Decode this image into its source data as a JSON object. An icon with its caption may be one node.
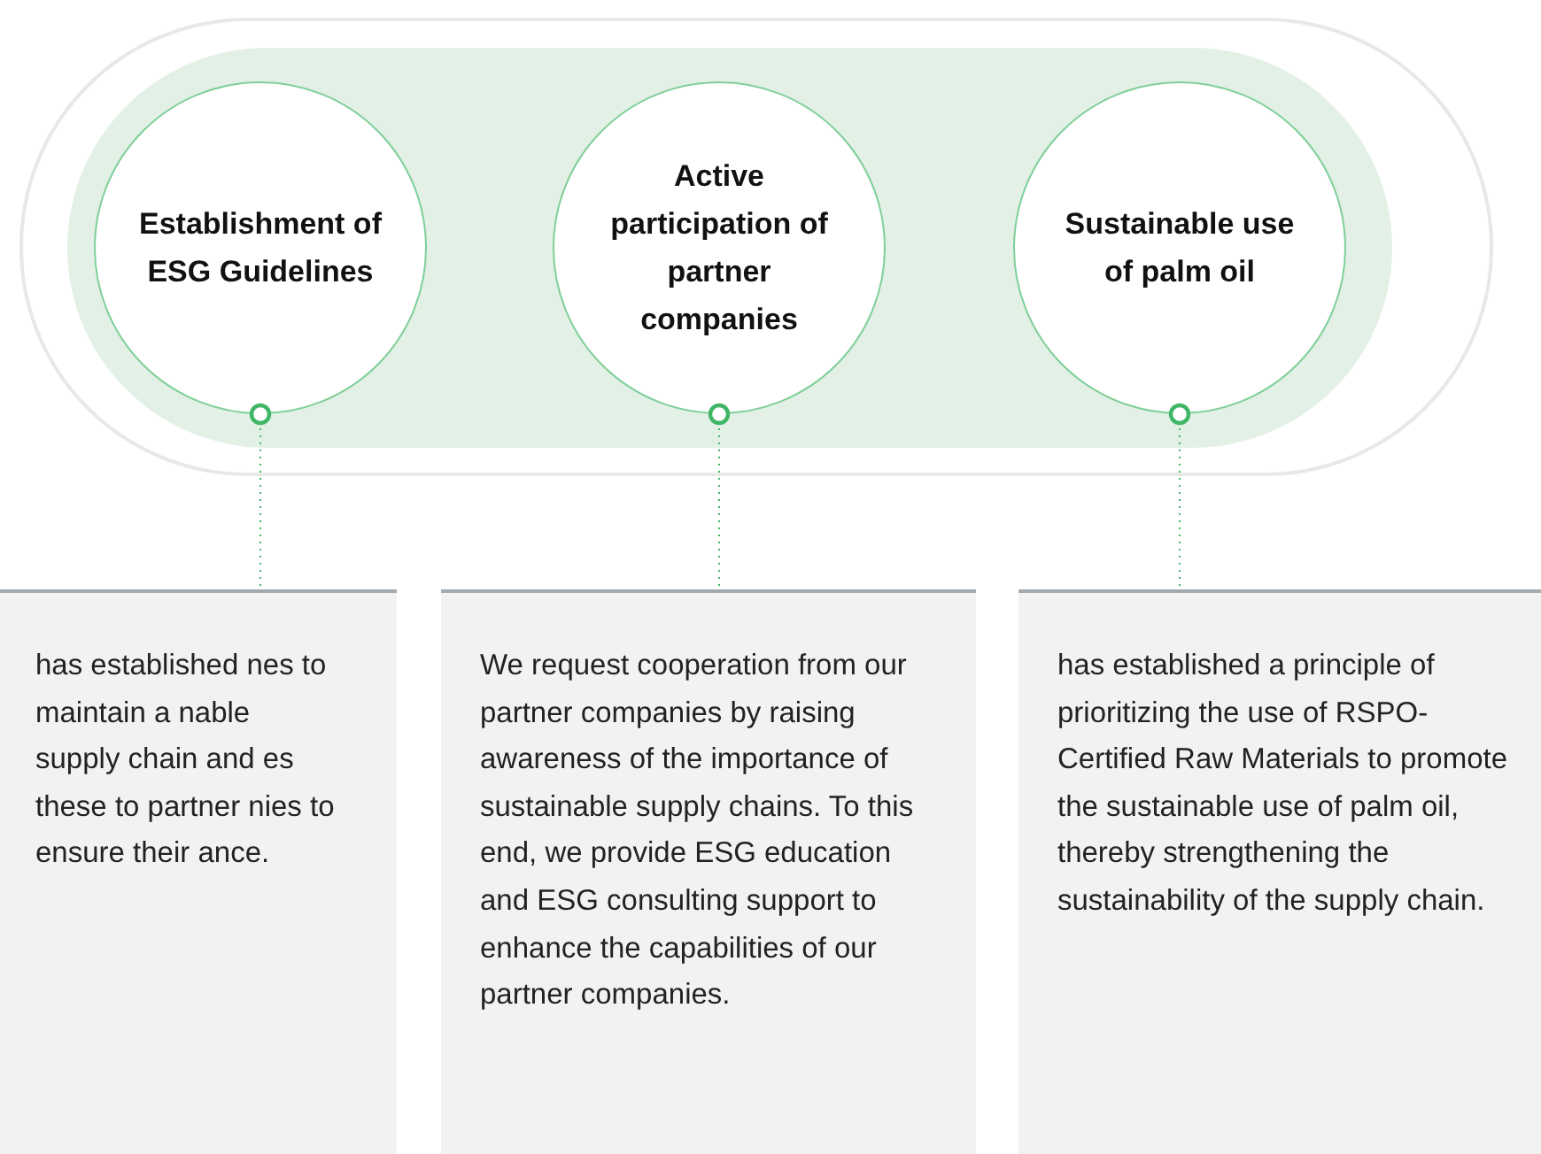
{
  "diagram": {
    "nodes": [
      {
        "text": [
          "Establishment of ESG Guidelines"
        ]
      },
      {
        "text": [
          "Active participation of partner companies"
        ]
      },
      {
        "text": [
          "Sustainable use of palm oil"
        ]
      },
      {
        "text": [
          "has established nes to maintain a nable supply chain and es these to partner nies to ensure their ance."
        ]
      },
      {
        "text": [
          "We request cooperation from our partner companies by raising awareness of the importance of sustainable supply chains. To this end, we provide ESG education and ESG consulting support to enhance the capabilities of our partner companies."
        ]
      },
      {
        "text": [
          "has established a principle of prioritizing the use of RSPO-Certified Raw Materials to promote the sustainable use of palm oil, thereby strengthening the sustainability of the supply chain."
        ]
      }
    ],
    "edges": [
      {
        "from": 0,
        "to": 3,
        "arrow": "other",
        "style": "dashed"
      },
      {
        "from": 1,
        "to": 4,
        "arrow": "other",
        "style": "dashed"
      },
      {
        "from": 2,
        "to": 5,
        "arrow": "other",
        "style": "dashed"
      }
    ]
  }
}
